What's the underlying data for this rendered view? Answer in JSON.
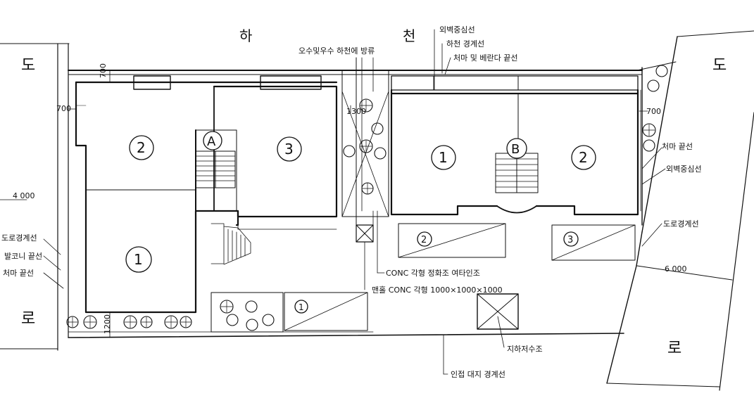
{
  "road_left_top": "도",
  "road_left_bottom": "로",
  "river_ha": "하",
  "river_cheon": "천",
  "road_right_top": "도",
  "road_right_bottom": "로",
  "labels": {
    "sewage_discharge": "오수및우수 하천에 방류",
    "outer_wall_line": "외벽중심선",
    "river_boundary": "하천 경계선",
    "eave_balcony_line": "처마 및 베란다 끝선",
    "eave_end_right": "처마 끝선",
    "outer_wall_right": "외벽중심선",
    "road_boundary": "도로경계선",
    "road_boundary_left": "도로경계선",
    "balcony_end_left": "발코니 끝선",
    "eave_end_left": "처마 끝선",
    "septic_tank": "CONC 각형 정화조 여타인조",
    "manhole": "맨홀 CONC 각형 1000×1000×1000",
    "groundwater_tank": "지하저수조",
    "adjacent_boundary": "인접 대지 경계선"
  },
  "dims": {
    "d700_top": "700",
    "d700_left": "700",
    "d700_right": "700",
    "d1200": "1200",
    "d1300": "1300",
    "d4000": "4 000",
    "d6000": "6 000"
  },
  "stairs": {
    "a": "A",
    "b": "B"
  },
  "rooms": {
    "left_2": "2",
    "left_3": "3",
    "left_1": "1",
    "right_1": "1",
    "right_2": "2",
    "park_2": "2",
    "park_3": "3",
    "park_1": "1"
  }
}
